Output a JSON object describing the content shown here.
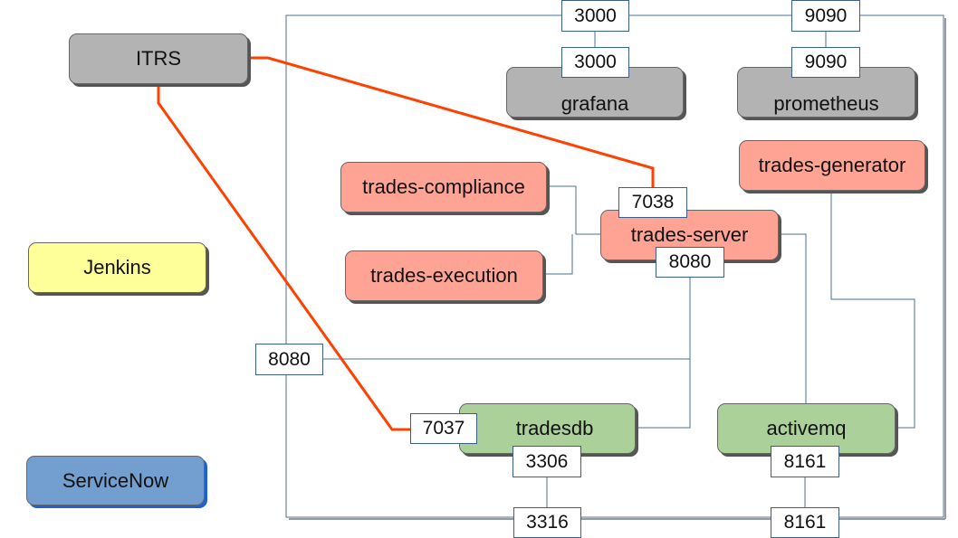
{
  "colors": {
    "gray": "#b3b3b3",
    "salmon": "#ffa494",
    "green": "#abd09a",
    "yellow": "#ffff99",
    "blue": "#729fcf",
    "connector": "#4a6f9a",
    "itrs_link": "#ff4000"
  },
  "nodes": {
    "itrs": "ITRS",
    "jenkins": "Jenkins",
    "servicenow": "ServiceNow",
    "grafana": "grafana",
    "prometheus": "prometheus",
    "trades_compliance": "trades-compliance",
    "trades_execution": "trades-execution",
    "trades_server": "trades-server",
    "trades_generator": "trades-generator",
    "tradesdb": "tradesdb",
    "activemq": "activemq"
  },
  "ports": {
    "grafana_ext": "3000",
    "prometheus_ext": "9090",
    "grafana_int": "3000",
    "prometheus_int": "9090",
    "trades_server_itrs": "7038",
    "trades_server_http": "8080",
    "cluster_http": "8080",
    "tradesdb_itrs": "7037",
    "tradesdb_int": "3306",
    "activemq_int": "8161",
    "tradesdb_ext": "3316",
    "activemq_ext": "8161"
  }
}
